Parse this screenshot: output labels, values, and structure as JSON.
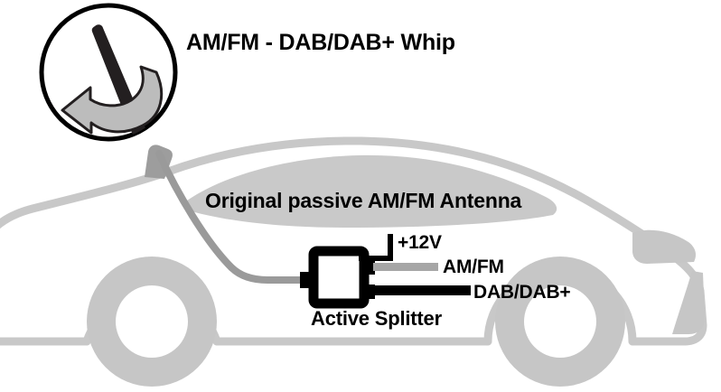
{
  "diagram": {
    "kind": "automotive-antenna-wiring-diagram",
    "background_color": "#ffffff"
  },
  "callout": {
    "title": "AM/FM - DAB/DAB+ Whip",
    "magnifier_icon": "circle-magnifier-icon",
    "whip_icon": "whip-antenna-icon",
    "rotate_arrow_icon": "curved-rotate-arrow-icon",
    "circle_stroke_color": "#000000",
    "whip_color": "#231f20",
    "arrow_fill_color": "#bcbcbc",
    "arrow_stroke_color": "#231f20"
  },
  "vehicle": {
    "label": "car-side-silhouette",
    "body_outline_color": "#c8c8c8",
    "glass_fill_color": "#c9c9c9",
    "wheel_color": "#c6c6c6",
    "antenna_base_color": "#9d9d9d",
    "antenna_cable_color": "#9a9a9a",
    "glass_label": "Original passive AM/FM Antenna"
  },
  "splitter": {
    "label": "Active Splitter",
    "box_icon": "active-splitter-box-icon",
    "box_border_color": "#000000",
    "box_fill_color": "#ffffff",
    "outputs": [
      {
        "id": "power",
        "label": "+12V",
        "cable_icon": "power-wire-icon",
        "cable_color": "#000000",
        "cable_style": "thin-black-L-wire"
      },
      {
        "id": "amfm",
        "label": "AM/FM",
        "cable_icon": "amfm-cable-icon",
        "cable_color": "#a6a6a6",
        "cable_style": "medium-gray-bar"
      },
      {
        "id": "dab",
        "label": "DAB/DAB+",
        "cable_icon": "dab-cable-icon",
        "cable_color": "#000000",
        "cable_style": "thick-black-bar"
      }
    ]
  }
}
